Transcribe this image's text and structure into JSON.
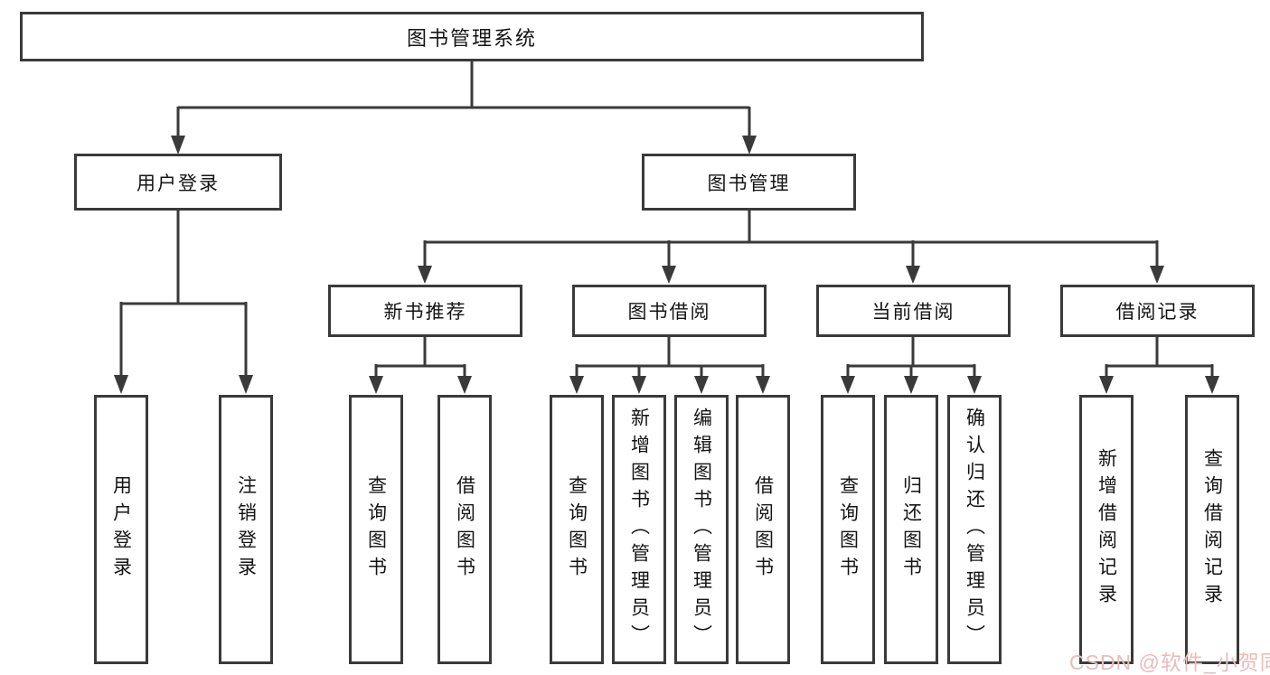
{
  "diagram": {
    "root": "图书管理系统",
    "level2": [
      "用户登录",
      "图书管理"
    ],
    "level3": [
      "新书推荐",
      "图书借阅",
      "当前借阅",
      "借阅记录"
    ],
    "leaves_user": [
      "用户登录",
      "注销登录"
    ],
    "leaves_newbook": [
      "查询图书",
      "借阅图书"
    ],
    "leaves_borrow": [
      "查询图书",
      "新增图书（管理员）",
      "编辑图书（管理员）",
      "借阅图书"
    ],
    "leaves_current": [
      "查询图书",
      "归还图书",
      "确认归还（管理员）"
    ],
    "leaves_records": [
      "新增借阅记录",
      "查询借阅记录"
    ],
    "watermark": "CSDN @软件_小贺同学",
    "colors": {
      "line": "#3a3a3a",
      "text": "#141414",
      "background": "#ffffff",
      "watermark": "#e9bcbc"
    }
  }
}
